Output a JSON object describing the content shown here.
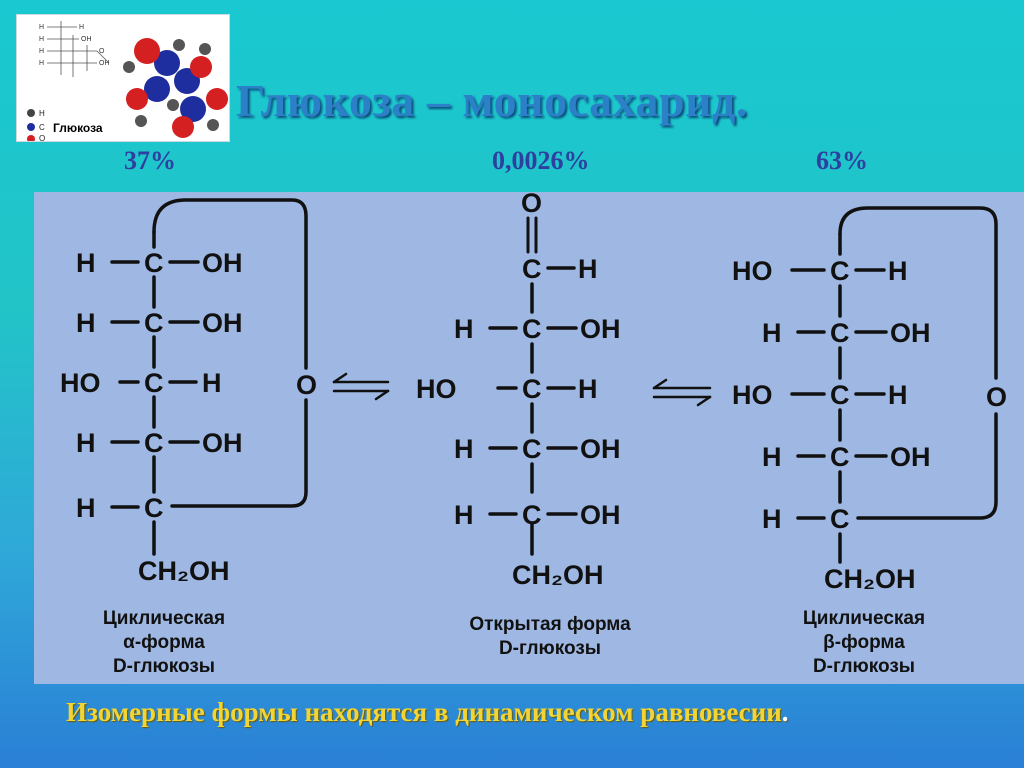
{
  "slide": {
    "title": "Глюкоза – моносахарид.",
    "footer": "Изомерные формы находятся в динамическом равновесии",
    "footer_dot": "."
  },
  "thumbnail": {
    "caption": "Глюкоза",
    "legend": [
      "H",
      "C",
      "O"
    ],
    "legend_colors": [
      "#444444",
      "#1f2e9e",
      "#d42020"
    ]
  },
  "forms": [
    {
      "percent": "37%",
      "caption": [
        "Циклическая",
        "α-форма",
        "D-глюкозы"
      ],
      "rows": [
        {
          "left": "H",
          "right": "OH"
        },
        {
          "left": "H",
          "right": "OH"
        },
        {
          "left": "HO",
          "right": "H"
        },
        {
          "left": "H",
          "right": "OH"
        },
        {
          "left": "H",
          "right": ""
        }
      ],
      "ring_atom": "O",
      "bottom": "CH₂OH"
    },
    {
      "percent": "0,0026%",
      "caption": [
        "Открытая форма",
        "D-глюкозы"
      ],
      "top_atom": "O",
      "aldehyde": {
        "center": "C",
        "right": "H"
      },
      "rows": [
        {
          "left": "H",
          "right": "OH"
        },
        {
          "left": "HO",
          "right": "H"
        },
        {
          "left": "H",
          "right": "OH"
        },
        {
          "left": "H",
          "right": "OH"
        }
      ],
      "bottom": "CH₂OH"
    },
    {
      "percent": "63%",
      "caption": [
        "Циклическая",
        "β-форма",
        "D-глюкозы"
      ],
      "rows": [
        {
          "left": "HO",
          "right": "H"
        },
        {
          "left": "H",
          "right": "OH"
        },
        {
          "left": "HO",
          "right": "H"
        },
        {
          "left": "H",
          "right": "OH"
        },
        {
          "left": "H",
          "right": ""
        }
      ],
      "ring_atom": "O",
      "bottom": "CH₂OH"
    }
  ],
  "carbon": "C"
}
